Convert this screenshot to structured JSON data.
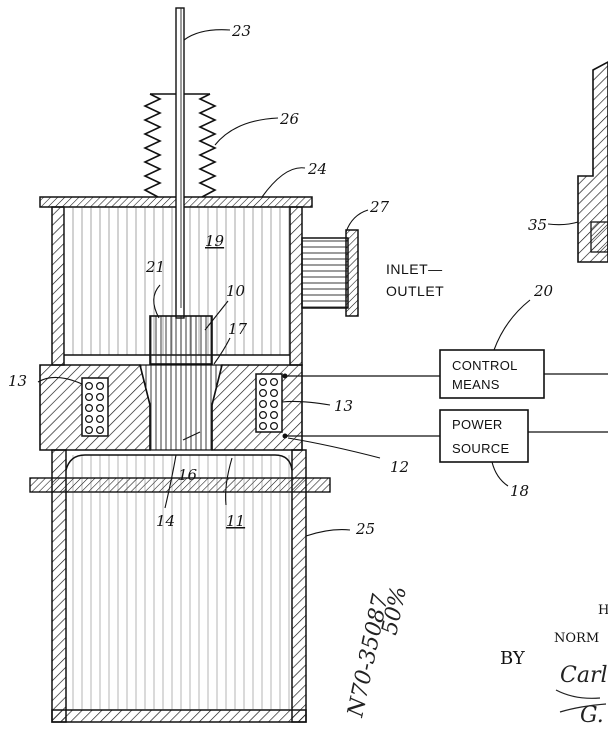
{
  "references": {
    "r23": "23",
    "r26": "26",
    "r24": "24",
    "r27": "27",
    "r19": "19",
    "r21": "21",
    "r10": "10",
    "r17": "17",
    "r13a": "13",
    "r13b": "13",
    "r16": "16",
    "r14": "14",
    "r11": "11",
    "r12": "12",
    "r25": "25",
    "r20": "20",
    "r18": "18",
    "r35": "35"
  },
  "labels": {
    "inlet_line1": "INLET—",
    "inlet_line2": "OUTLET",
    "control_line1": "CONTROL",
    "control_line2": "MEANS",
    "power_line1": "POWER",
    "power_line2": "SOURCE"
  },
  "inventor": {
    "initial": "H",
    "name_partial": "NORM",
    "by": "BY",
    "signature": "Carl",
    "signature2": "G. H."
  },
  "stamp": {
    "number": "N70-35087",
    "note": "50%"
  }
}
